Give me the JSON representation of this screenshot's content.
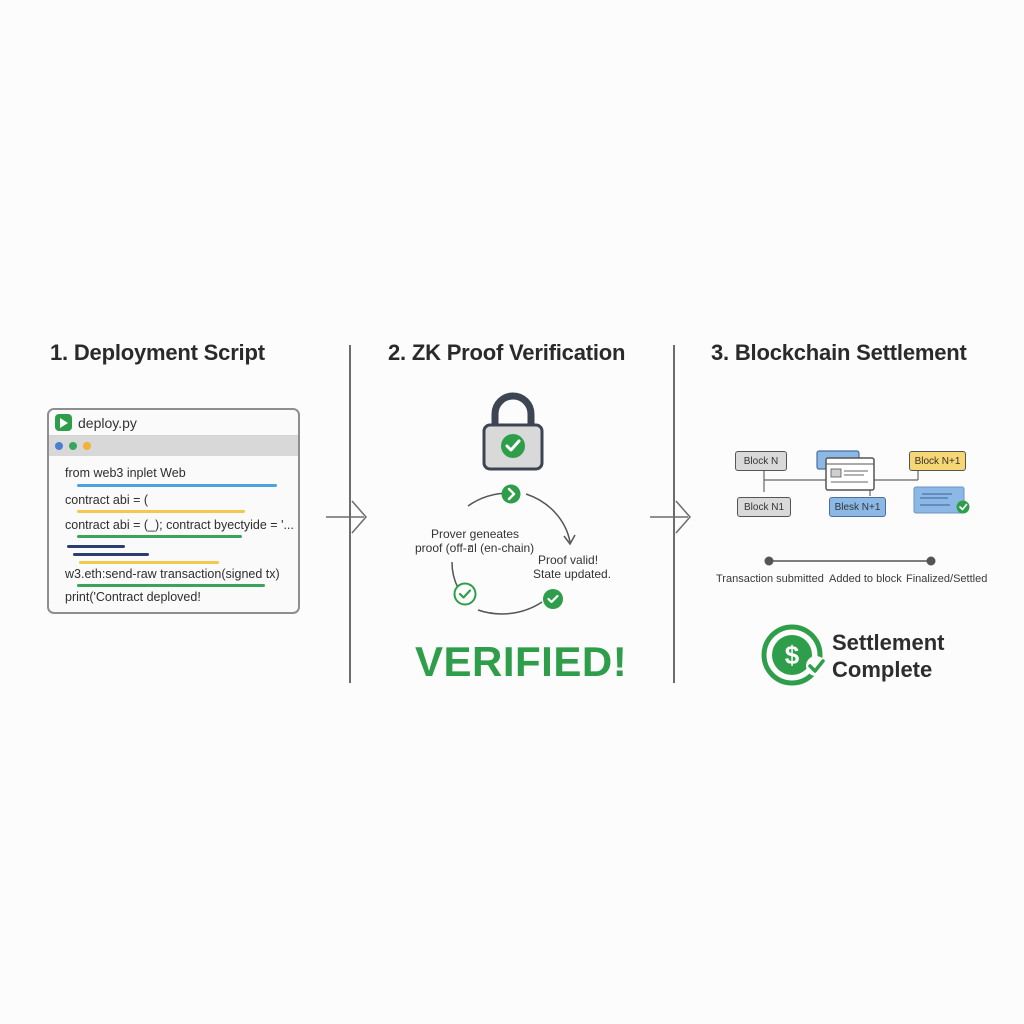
{
  "steps": {
    "deploy": {
      "title": "1. Deployment Script"
    },
    "zk": {
      "title": "2. ZK Proof Verification"
    },
    "chain": {
      "title": "3. Blockchain Settlement"
    }
  },
  "editor": {
    "filename": "deploy.py",
    "lines": [
      "from web3 inplet Web",
      "contract abi = (",
      "contract abi = (_); contract byectyide = '...",
      "w3.eth:send-raw transaction(signed tx)",
      "print('Contract deploved!"
    ]
  },
  "zk": {
    "prover_line1": "Prover geneates",
    "prover_line2": "proof (off-ฮl (en-chain)",
    "valid_line1": "Proof valid!",
    "valid_line2": "State updated.",
    "verified": "VERIFIED!"
  },
  "chain": {
    "blocks": {
      "top_left": "Block N",
      "bottom_left": "Block N1",
      "bottom_mid": "Blesk N+1",
      "top_right": "Block N+1"
    },
    "timeline": [
      "Transaction submitted",
      "Added to block",
      "Finalized/Settled"
    ],
    "settlement_line1": "Settlement",
    "settlement_line2": "Complete"
  },
  "colors": {
    "green": "#2f9e4a",
    "blue": "#4aa3df",
    "yellow": "#f2c94c",
    "navy": "#2c3e70",
    "block_gray": "#d9d9d9",
    "block_blue": "#8cb8e6",
    "block_yellow": "#f7d774"
  }
}
